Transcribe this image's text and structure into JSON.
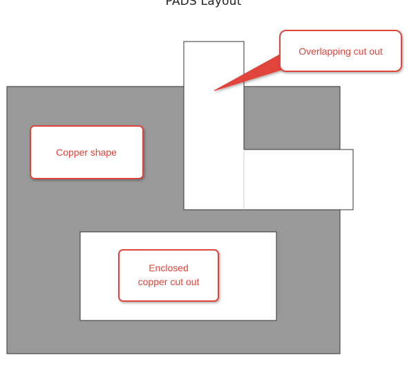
{
  "title": "PADS Layout",
  "labels": {
    "copper_shape": "Copper shape",
    "overlapping": "Overlapping cut out",
    "enclosed_line1": "Enclosed",
    "enclosed_line2": "copper cut out"
  },
  "colors": {
    "copper_fill": "#999999",
    "outline": "#333333",
    "callout_border": "#e0443a",
    "callout_text": "#e0443a",
    "cutout_fill": "#ffffff"
  }
}
